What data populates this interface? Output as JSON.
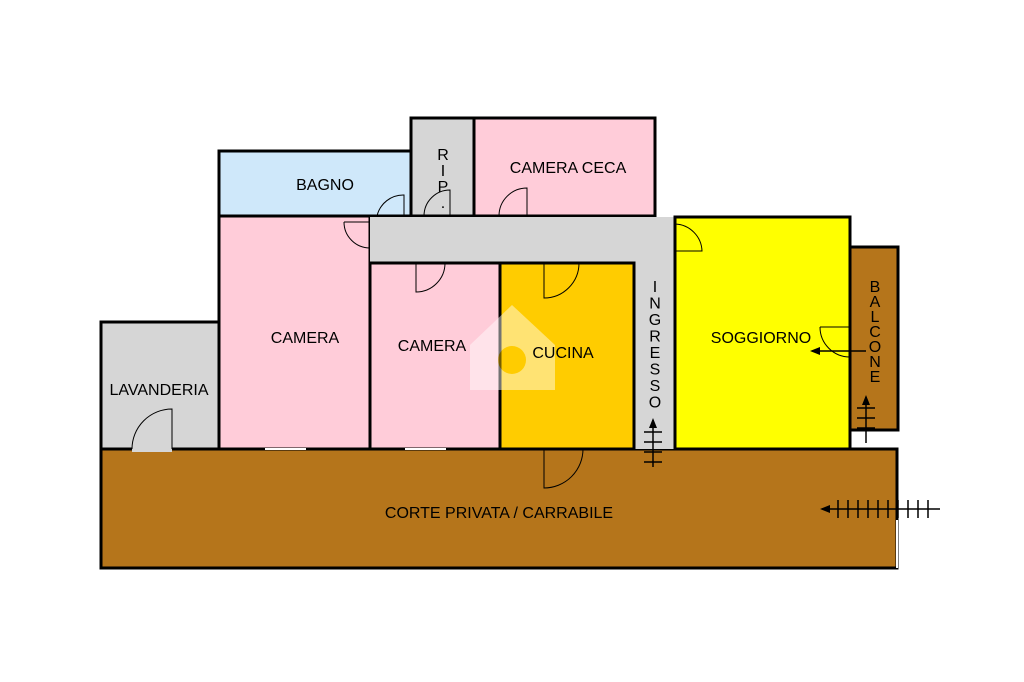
{
  "rooms": {
    "bagno": "BAGNO",
    "rip": "RIP.",
    "camera_ceca": "CAMERA CECA",
    "camera_1": "CAMERA",
    "camera_2": "CAMERA",
    "cucina": "CUCINA",
    "ingresso": "INGRESSO",
    "soggiorno": "SOGGIORNO",
    "balcone": "BALCONE",
    "lavanderia": "LAVANDERIA",
    "corte": "CORTE PRIVATA / CARRABILE"
  },
  "colors": {
    "pink": "#ffccd9",
    "blue": "#cfe8fa",
    "grey": "#d6d6d6",
    "orange": "#ffcc00",
    "yellow": "#ffff00",
    "brown": "#b5751b"
  },
  "icons": {
    "watermark": "house-logo-icon"
  }
}
